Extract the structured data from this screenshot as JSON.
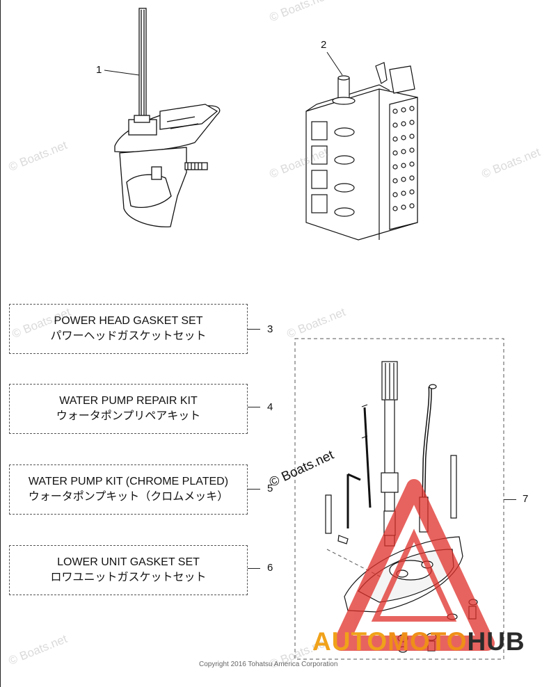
{
  "callouts": {
    "c1": "1",
    "c2": "2",
    "c3": "3",
    "c4": "4",
    "c5": "5",
    "c6": "6",
    "c7": "7"
  },
  "kits": [
    {
      "line1": "POWER HEAD GASKET SET",
      "line2": "パワーヘッドガスケットセット"
    },
    {
      "line1": "WATER PUMP REPAIR KIT",
      "line2": "ウォータポンプリペアキット"
    },
    {
      "line1": "WATER PUMP KIT (CHROME PLATED)",
      "line2": "ウォータポンプキット（クロムメッキ）"
    },
    {
      "line1": "LOWER UNIT GASKET SET",
      "line2": "ロワユニットガスケットセット"
    }
  ],
  "watermark": "© Boats.net",
  "copyright": "Copyright 2016 Tohatsu America Corporation",
  "brand": {
    "part1": "AUTO",
    "part2": "MOTO",
    "part3": "HUB"
  },
  "colors": {
    "brand_orange": "#f0a21a",
    "brand_red": "#e0302a",
    "brand_dark": "#2b2b2b"
  }
}
